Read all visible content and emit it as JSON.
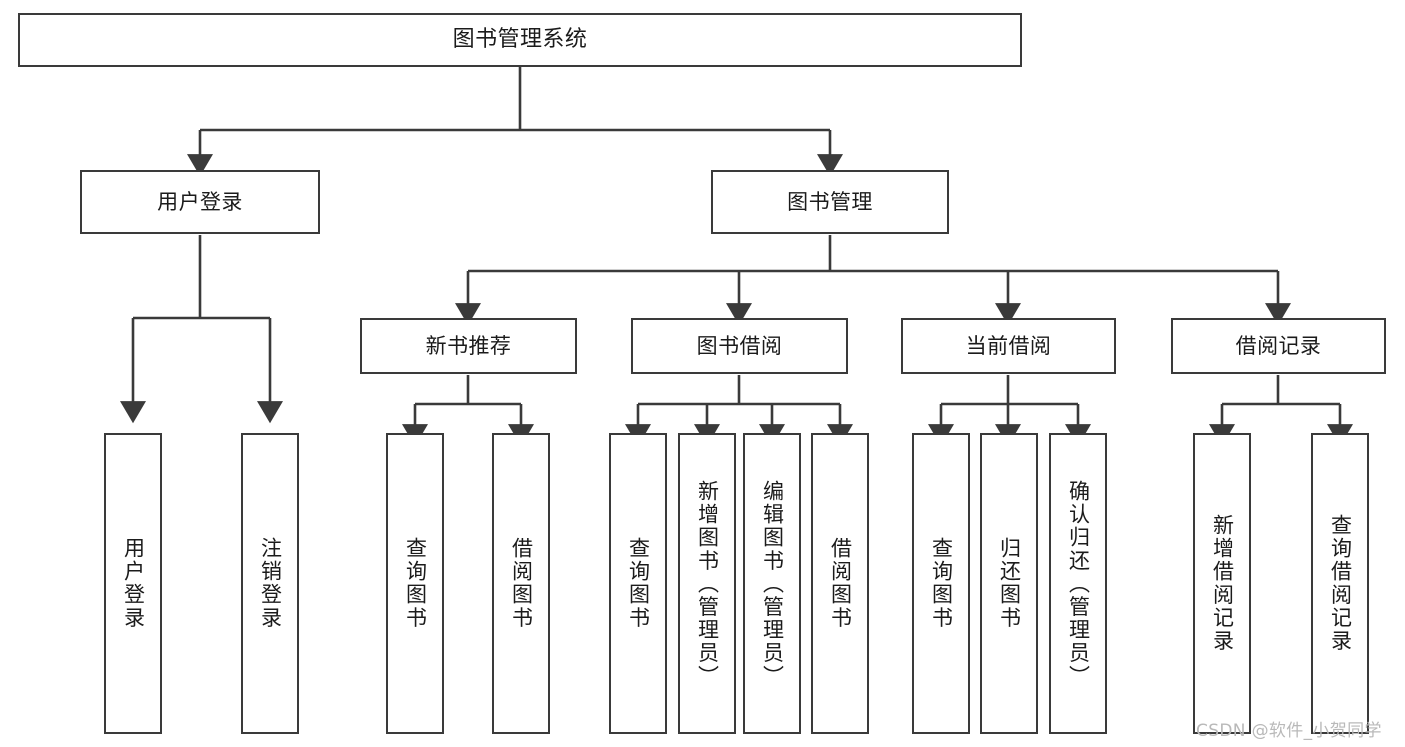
{
  "diagram": {
    "title": "图书管理系统",
    "watermark": "CSDN @软件_小贺同学",
    "colors": {
      "stroke": "#3a3a3a",
      "fill": "#ffffff",
      "text": "#1b1b1b",
      "watermark": "#b9b9b9",
      "background": "#ffffff"
    },
    "root": {
      "label": "图书管理系统"
    },
    "level2": [
      {
        "label": "用户登录"
      },
      {
        "label": "图书管理"
      }
    ],
    "level3": [
      {
        "label": "新书推荐"
      },
      {
        "label": "图书借阅"
      },
      {
        "label": "当前借阅"
      },
      {
        "label": "借阅记录"
      }
    ],
    "leaves_user_login": [
      {
        "label": "用户登录"
      },
      {
        "label": "注销登录"
      }
    ],
    "leaves_new_book": [
      {
        "label": "查询图书"
      },
      {
        "label": "借阅图书"
      }
    ],
    "leaves_borrow": [
      {
        "label": "查询图书"
      },
      {
        "label": "新增图书（管理员）"
      },
      {
        "label": "编辑图书（管理员）"
      },
      {
        "label": "借阅图书"
      }
    ],
    "leaves_current": [
      {
        "label": "查询图书"
      },
      {
        "label": "归还图书"
      },
      {
        "label": "确认归还（管理员）"
      }
    ],
    "leaves_record": [
      {
        "label": "新增借阅记录"
      },
      {
        "label": "查询借阅记录"
      }
    ]
  }
}
